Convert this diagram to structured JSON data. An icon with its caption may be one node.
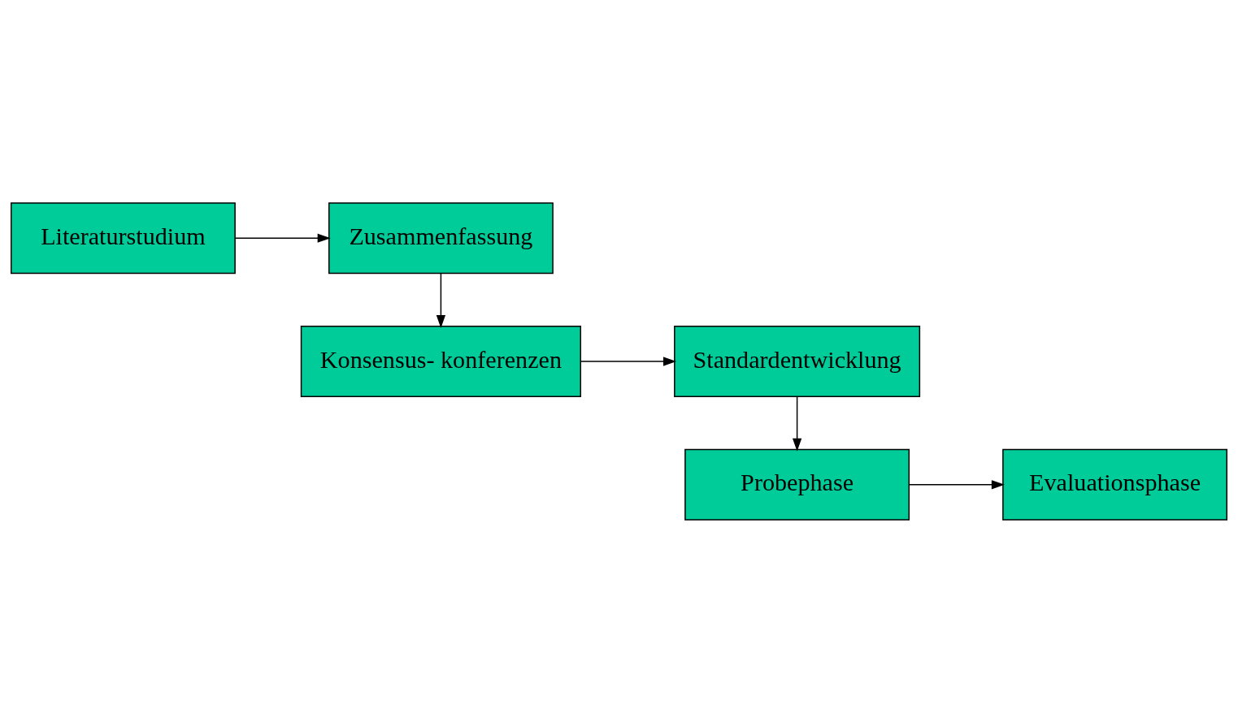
{
  "diagram": {
    "nodes": [
      {
        "text": [
          "Literaturstudium"
        ]
      },
      {
        "text": [
          "Zusammenfassung"
        ]
      },
      {
        "text": [
          "Konsensus- konferenzen"
        ]
      },
      {
        "text": [
          "Standardentwicklung"
        ]
      },
      {
        "text": [
          "Probephase"
        ]
      },
      {
        "text": [
          "Evaluationsphase"
        ]
      }
    ],
    "edges": [
      {
        "from": 0,
        "to": 1,
        "arrow": "to"
      },
      {
        "from": 1,
        "to": 2,
        "arrow": "to"
      },
      {
        "from": 2,
        "to": 3,
        "arrow": "to"
      },
      {
        "from": 3,
        "to": 4,
        "arrow": "to"
      },
      {
        "from": 4,
        "to": 5,
        "arrow": "to"
      }
    ]
  }
}
